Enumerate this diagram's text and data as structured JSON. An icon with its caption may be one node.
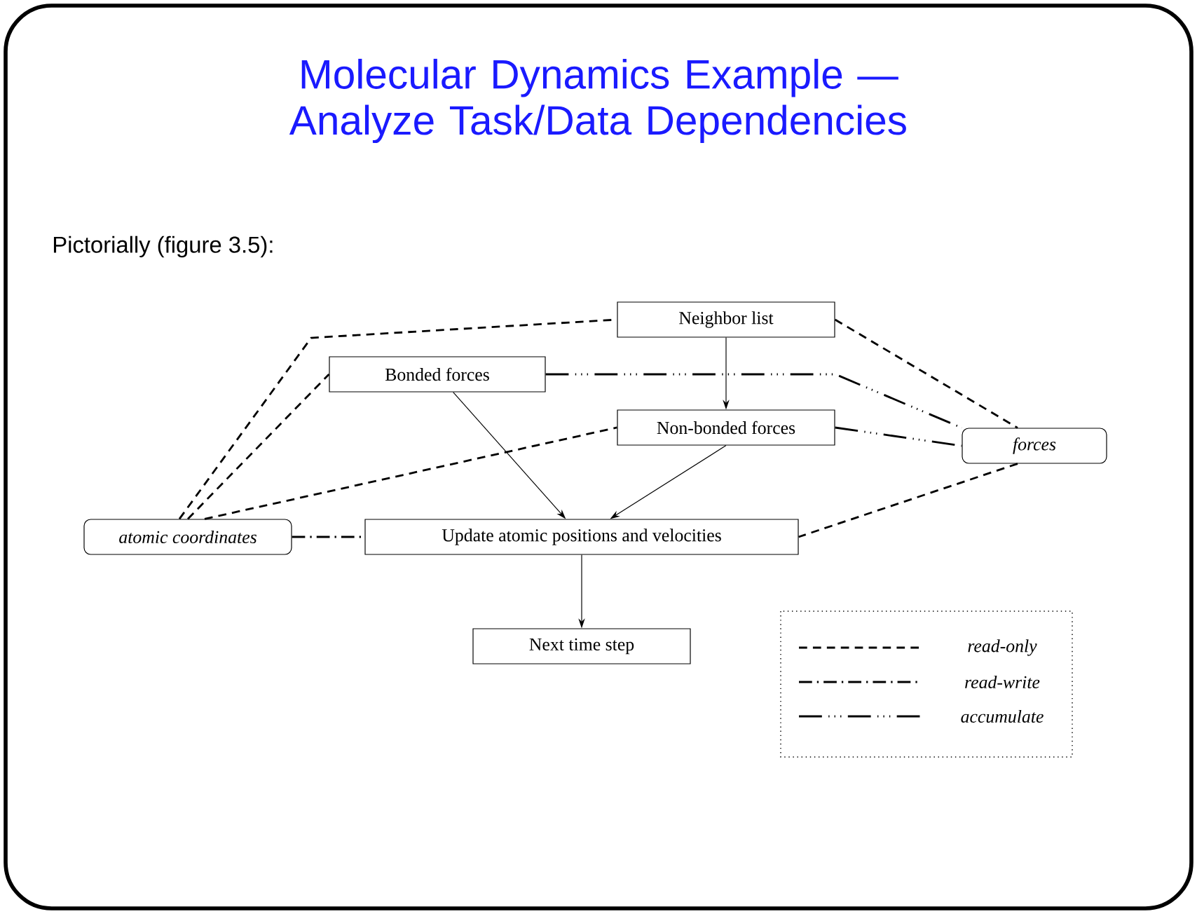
{
  "diagram": {
    "title": "Molecular Dynamics Example — Analyze Task/Data Dependencies",
    "nodes": [
      {
        "text": [
          "Neighbor list"
        ]
      },
      {
        "text": [
          "Bonded forces"
        ]
      },
      {
        "text": [
          "Non-bonded forces"
        ]
      },
      {
        "text": [
          "forces"
        ]
      },
      {
        "text": [
          "atomic coordinates"
        ]
      },
      {
        "text": [
          "Update atomic positions and velocities"
        ]
      },
      {
        "text": [
          "Next time step"
        ]
      }
    ],
    "edges": [
      {
        "from": 0,
        "to": 2,
        "arrow": "to"
      },
      {
        "from": 1,
        "to": 5,
        "arrow": "to"
      },
      {
        "from": 2,
        "to": 5,
        "arrow": "to"
      },
      {
        "from": 5,
        "to": 6,
        "arrow": "to"
      },
      {
        "from": 4,
        "to": 0,
        "arrow": "none",
        "style": "dashed"
      },
      {
        "from": 4,
        "to": 1,
        "arrow": "none",
        "style": "dashed"
      },
      {
        "from": 4,
        "to": 2,
        "arrow": "none",
        "style": "dashed"
      },
      {
        "from": 0,
        "to": 3,
        "arrow": "none",
        "style": "dashed"
      },
      {
        "from": 3,
        "to": 5,
        "arrow": "none",
        "style": "dashed"
      },
      {
        "from": 4,
        "to": 5,
        "arrow": "none",
        "style": "dashed"
      },
      {
        "from": 1,
        "to": 3,
        "arrow": "none",
        "style": "dashed"
      },
      {
        "from": 2,
        "to": 3,
        "arrow": "none",
        "style": "dashed"
      }
    ],
    "labels": [
      "Pictorially (figure 3.5):"
    ],
    "legend": [
      {
        "text": "read-only"
      },
      {
        "text": "read-write"
      },
      {
        "text": "accumulate"
      }
    ]
  }
}
